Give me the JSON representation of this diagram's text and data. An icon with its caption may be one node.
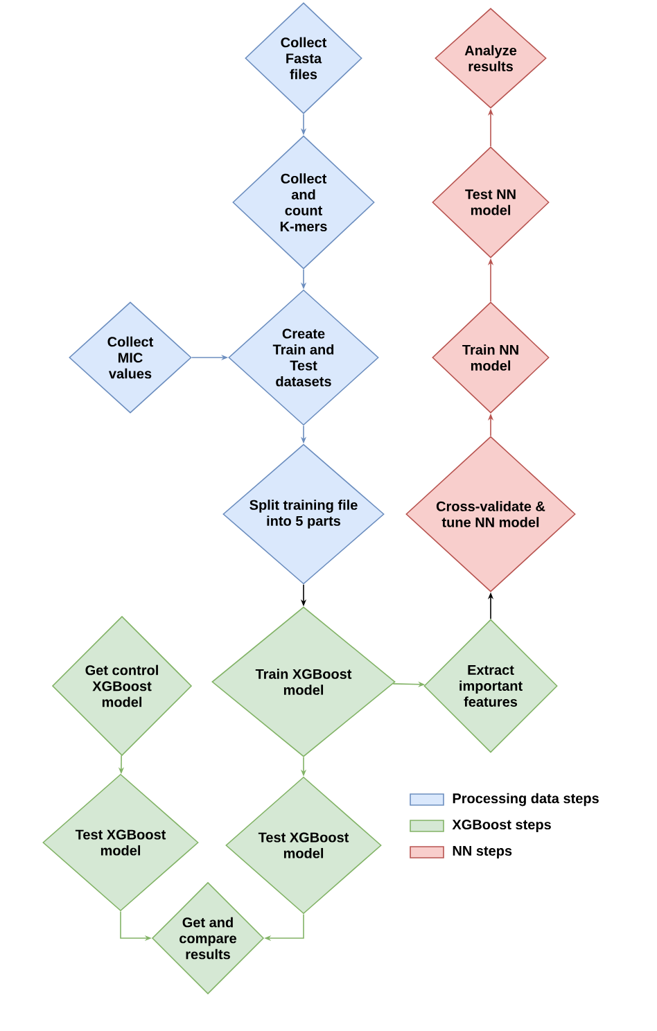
{
  "diagram": {
    "nodes": [
      {
        "text": [
          "Collect Fasta files"
        ]
      },
      {
        "text": [
          "Collect and count K-mers"
        ]
      },
      {
        "text": [
          "Collect MIC values"
        ]
      },
      {
        "text": [
          "Create Train and Test datasets"
        ]
      },
      {
        "text": [
          "Split training file into 5 parts"
        ]
      },
      {
        "text": [
          "Analyze results"
        ]
      },
      {
        "text": [
          "Test NN model"
        ]
      },
      {
        "text": [
          "Train NN model"
        ]
      },
      {
        "text": [
          "Cross-validate & tune NN model"
        ]
      },
      {
        "text": [
          "Get control XGBoost model"
        ]
      },
      {
        "text": [
          "Train XGBoost model"
        ]
      },
      {
        "text": [
          "Extract important features"
        ]
      },
      {
        "text": [
          "Test XGBoost model"
        ]
      },
      {
        "text": [
          "Test XGBoost model"
        ]
      },
      {
        "text": [
          "Get and compare results"
        ]
      }
    ],
    "edges": [
      {
        "from": 0,
        "to": 1,
        "arrow": "to",
        "color": "#6c8ebf"
      },
      {
        "from": 1,
        "to": 3,
        "arrow": "to",
        "color": "#6c8ebf"
      },
      {
        "from": 2,
        "to": 3,
        "arrow": "to",
        "color": "#6c8ebf"
      },
      {
        "from": 3,
        "to": 4,
        "arrow": "to",
        "color": "#6c8ebf"
      },
      {
        "from": 4,
        "to": 10,
        "arrow": "to",
        "color": "#000000"
      },
      {
        "from": 10,
        "to": 11,
        "arrow": "to"
      },
      {
        "from": 11,
        "to": 8,
        "arrow": "to",
        "color": "#000000"
      },
      {
        "from": 8,
        "to": 7,
        "arrow": "to",
        "color": "#b85450"
      },
      {
        "from": 7,
        "to": 6,
        "arrow": "to",
        "color": "#b85450"
      },
      {
        "from": 6,
        "to": 5,
        "arrow": "to",
        "color": "#b85450"
      },
      {
        "from": 9,
        "to": 12,
        "arrow": "to"
      },
      {
        "from": 10,
        "to": 13,
        "arrow": "to"
      },
      {
        "from": 12,
        "to": 14,
        "arrow": "to"
      },
      {
        "from": 13,
        "to": 14,
        "arrow": "to"
      }
    ],
    "legend": [
      {
        "text": "Processing data steps",
        "color": "#dae8fc"
      },
      {
        "text": "XGBoost steps",
        "color": "#d5e8d4"
      },
      {
        "text": "NN steps",
        "color": "#f8cecc"
      }
    ]
  }
}
